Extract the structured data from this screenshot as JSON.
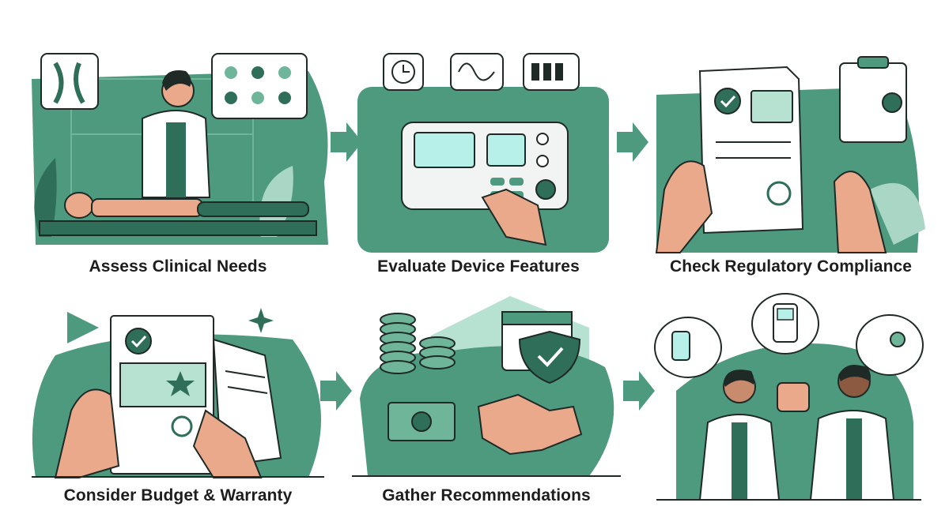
{
  "steps": [
    {
      "label": "Assess Clinical Needs",
      "icon": "clinician-assessing-patient-icon"
    },
    {
      "label": "Evaluate Device Features",
      "icon": "device-control-panel-icon"
    },
    {
      "label": "Check Regulatory Compliance",
      "icon": "certified-document-icon"
    },
    {
      "label": "Consider Budget & Warranty",
      "icon": "warranty-document-icon"
    },
    {
      "label": "Gather Recommendations",
      "icon": "budget-handshake-icon"
    },
    {
      "label": "",
      "icon": "clinicians-discussing-icon"
    }
  ],
  "colors": {
    "primary_green": "#4d9a7e",
    "dark_green": "#2f6e58",
    "light_green": "#a9d6c5",
    "screen": "#b7f0e8",
    "outline": "#1f2a27",
    "skin": "#e9a98a",
    "text": "#1d1d1d"
  }
}
